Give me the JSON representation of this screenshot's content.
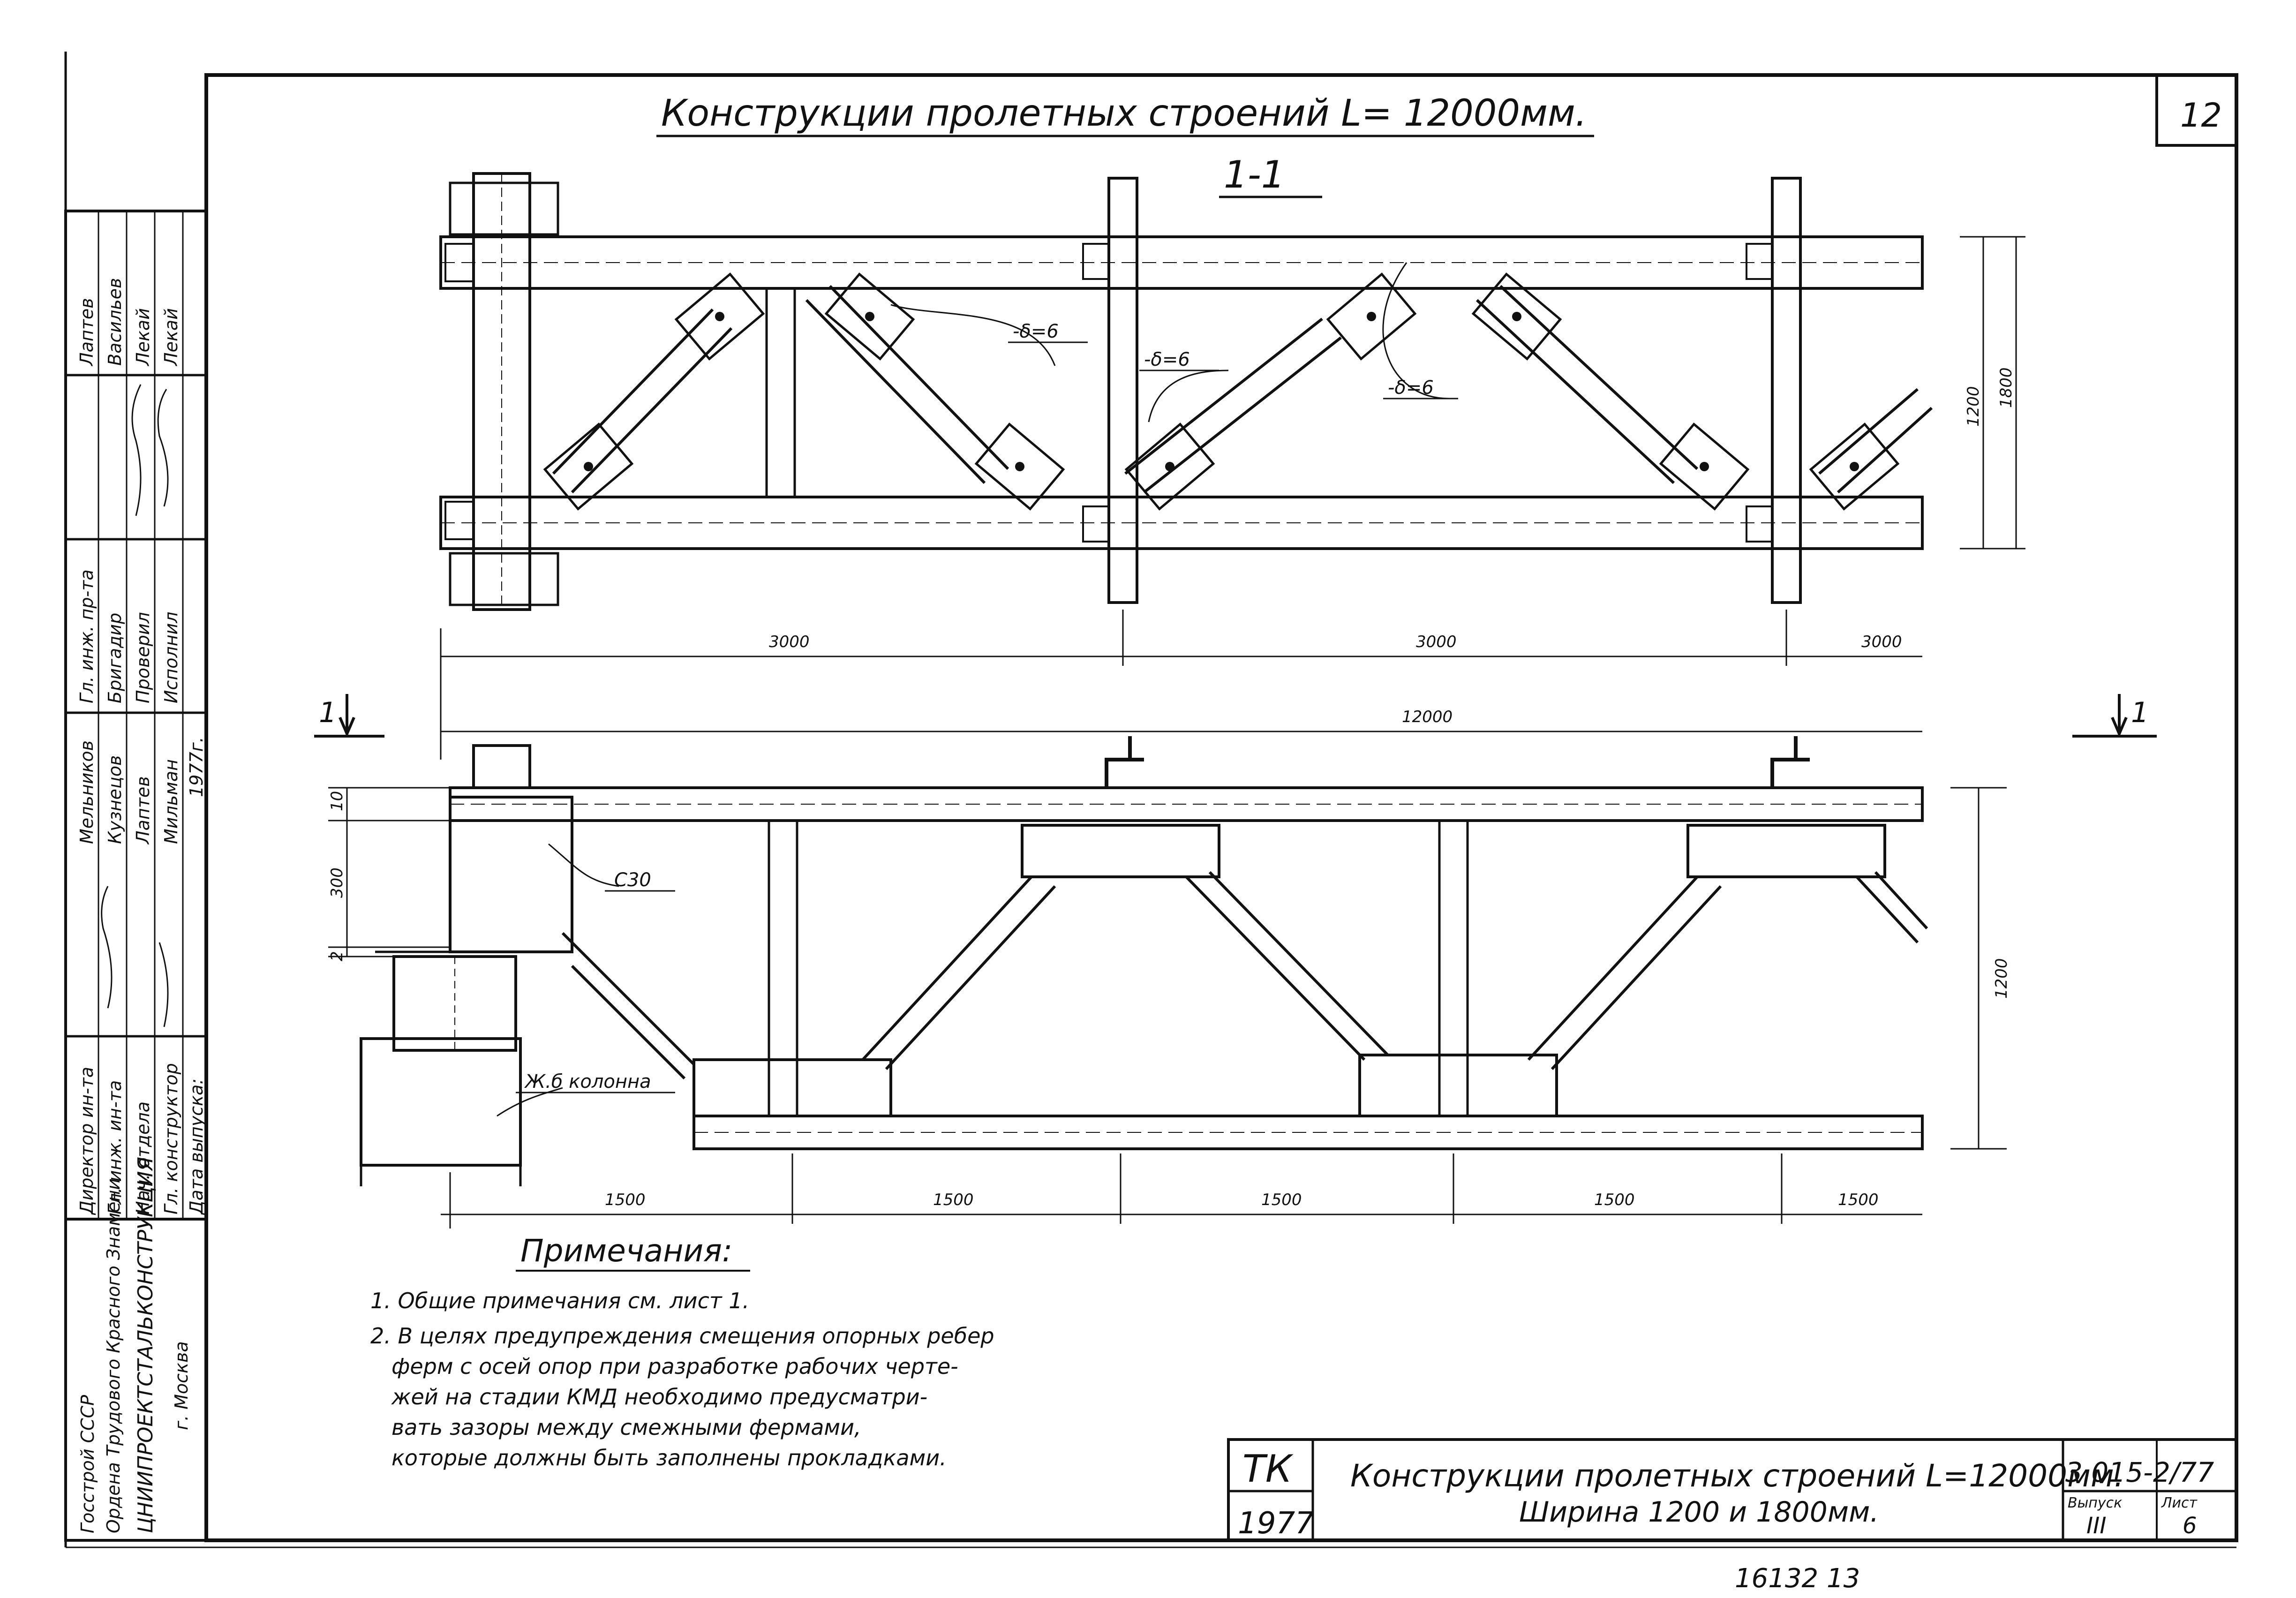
{
  "sheet": {
    "page_number": "12",
    "title": "Конструкции пролетных строений L= 12000мм.",
    "section_label": "1-1",
    "cut_marker_left": "1",
    "cut_marker_right": "1"
  },
  "plan": {
    "thickness_callouts": [
      "-δ=6",
      "-δ=6",
      "-δ=6"
    ],
    "dims_bottom": [
      "3000",
      "3000",
      "3000"
    ],
    "dim_total": "12000",
    "dims_right": [
      "1200",
      "1800"
    ]
  },
  "elevation": {
    "dims_left": [
      "10",
      "300",
      "2"
    ],
    "channel_label": "C30",
    "column_label": "Ж.б колонна",
    "dims_bottom": [
      "1500",
      "1500",
      "1500",
      "1500",
      "1500"
    ],
    "dim_right": "1200"
  },
  "notes": {
    "heading": "Примечания:",
    "items": [
      "1. Общие примечания см. лист 1.",
      "2. В целях предупреждения смещения опорных ребер",
      "ферм с осей опор при разработке рабочих черте-",
      "жей на стадии КМД необходимо предусматри-",
      "вать зазоры между смежными фермами,",
      "которые должны быть заполнены прокладками."
    ]
  },
  "stamp_left": {
    "org_line1": "Госстрой СССР",
    "org_line2": "Ордена Трудового Красного Знамени",
    "org_line3": "ЦНИИПРОЕКТСТАЛЬКОНСТРУКЦИЯ",
    "org_line4": "г. Москва",
    "role_1": "Директор ин-та",
    "role_2": "Гл. инж. ин-та",
    "role_3": "Нач. отдела",
    "role_4": "Гл. конструктор",
    "role_5": "Дата выпуска:",
    "name_1": "Мельников",
    "name_2": "Кузнецов",
    "name_3": "Лаптев",
    "name_4": "Мильман",
    "date_value": "1977г.",
    "role_6": "Гл. инж. пр-та",
    "role_7": "Бригадир",
    "role_8": "Проверил",
    "role_9": "Исполнил",
    "name_6": "Лаптев",
    "name_7": "Васильев",
    "name_8": "Лекай",
    "name_9": "Лекай"
  },
  "title_block": {
    "series_abbr": "ТК",
    "year": "1977",
    "title_line1": "Конструкции пролетных строений L=12000мм.",
    "title_line2": "Ширина 1200 и 1800мм.",
    "doc_code": "3.015-2/77",
    "issue_label": "Выпуск",
    "issue_value": "III",
    "sheet_label": "Лист",
    "sheet_value": "6"
  },
  "handwritten_footer": "16132 13",
  "icons": [
    "cut-arrow-icon"
  ]
}
